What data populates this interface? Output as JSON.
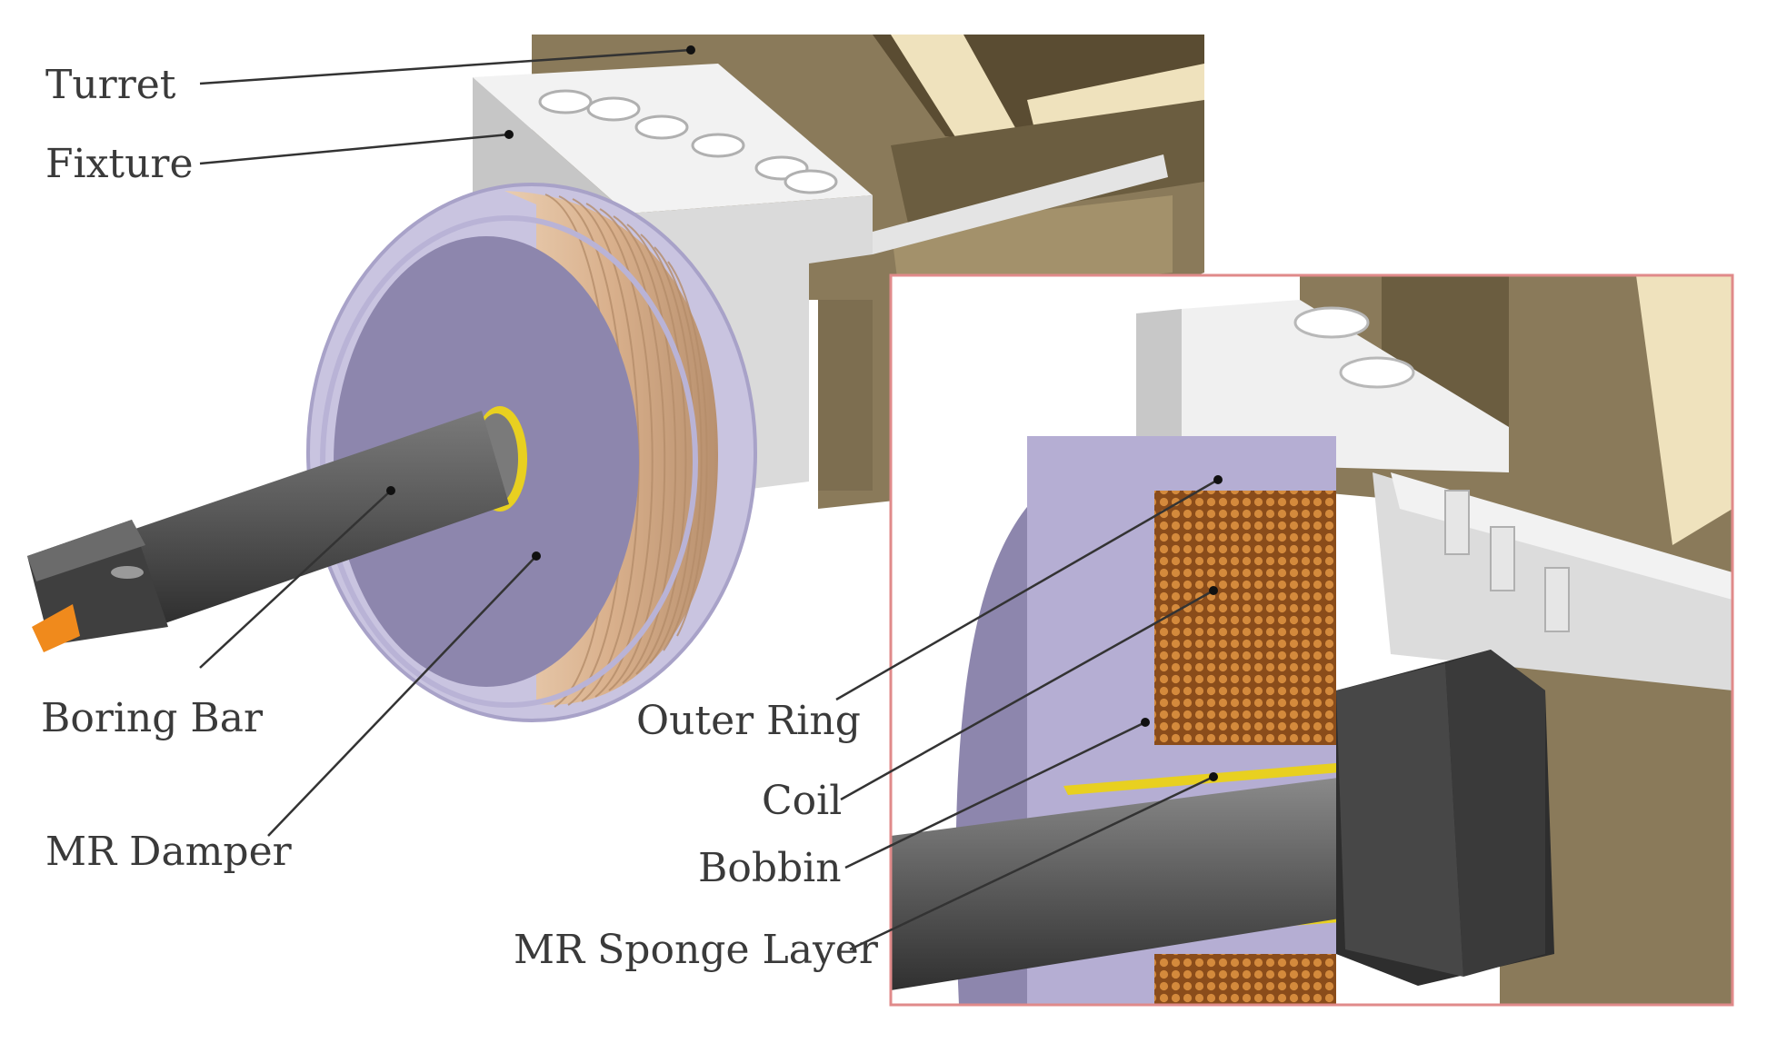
{
  "labels": {
    "turret": "Turret",
    "fixture": "Fixture",
    "boring_bar": "Boring Bar",
    "mr_damper": "MR Damper",
    "outer_ring": "Outer Ring",
    "coil": "Coil",
    "bobbin": "Bobbin",
    "mr_sponge_layer": "MR Sponge Layer"
  },
  "colors": {
    "turret_tan": "#8a7a5a",
    "turret_light": "#efe2bd",
    "fixture_gray": "#dcdcdc",
    "damper_lavender": "#8d86ad",
    "coil_copper": "#b5702e",
    "bar_dark": "#4e4e4e",
    "insert_orange": "#f08a1c",
    "sponge_yellow": "#e8d020",
    "inset_border": "#e08a8a"
  }
}
